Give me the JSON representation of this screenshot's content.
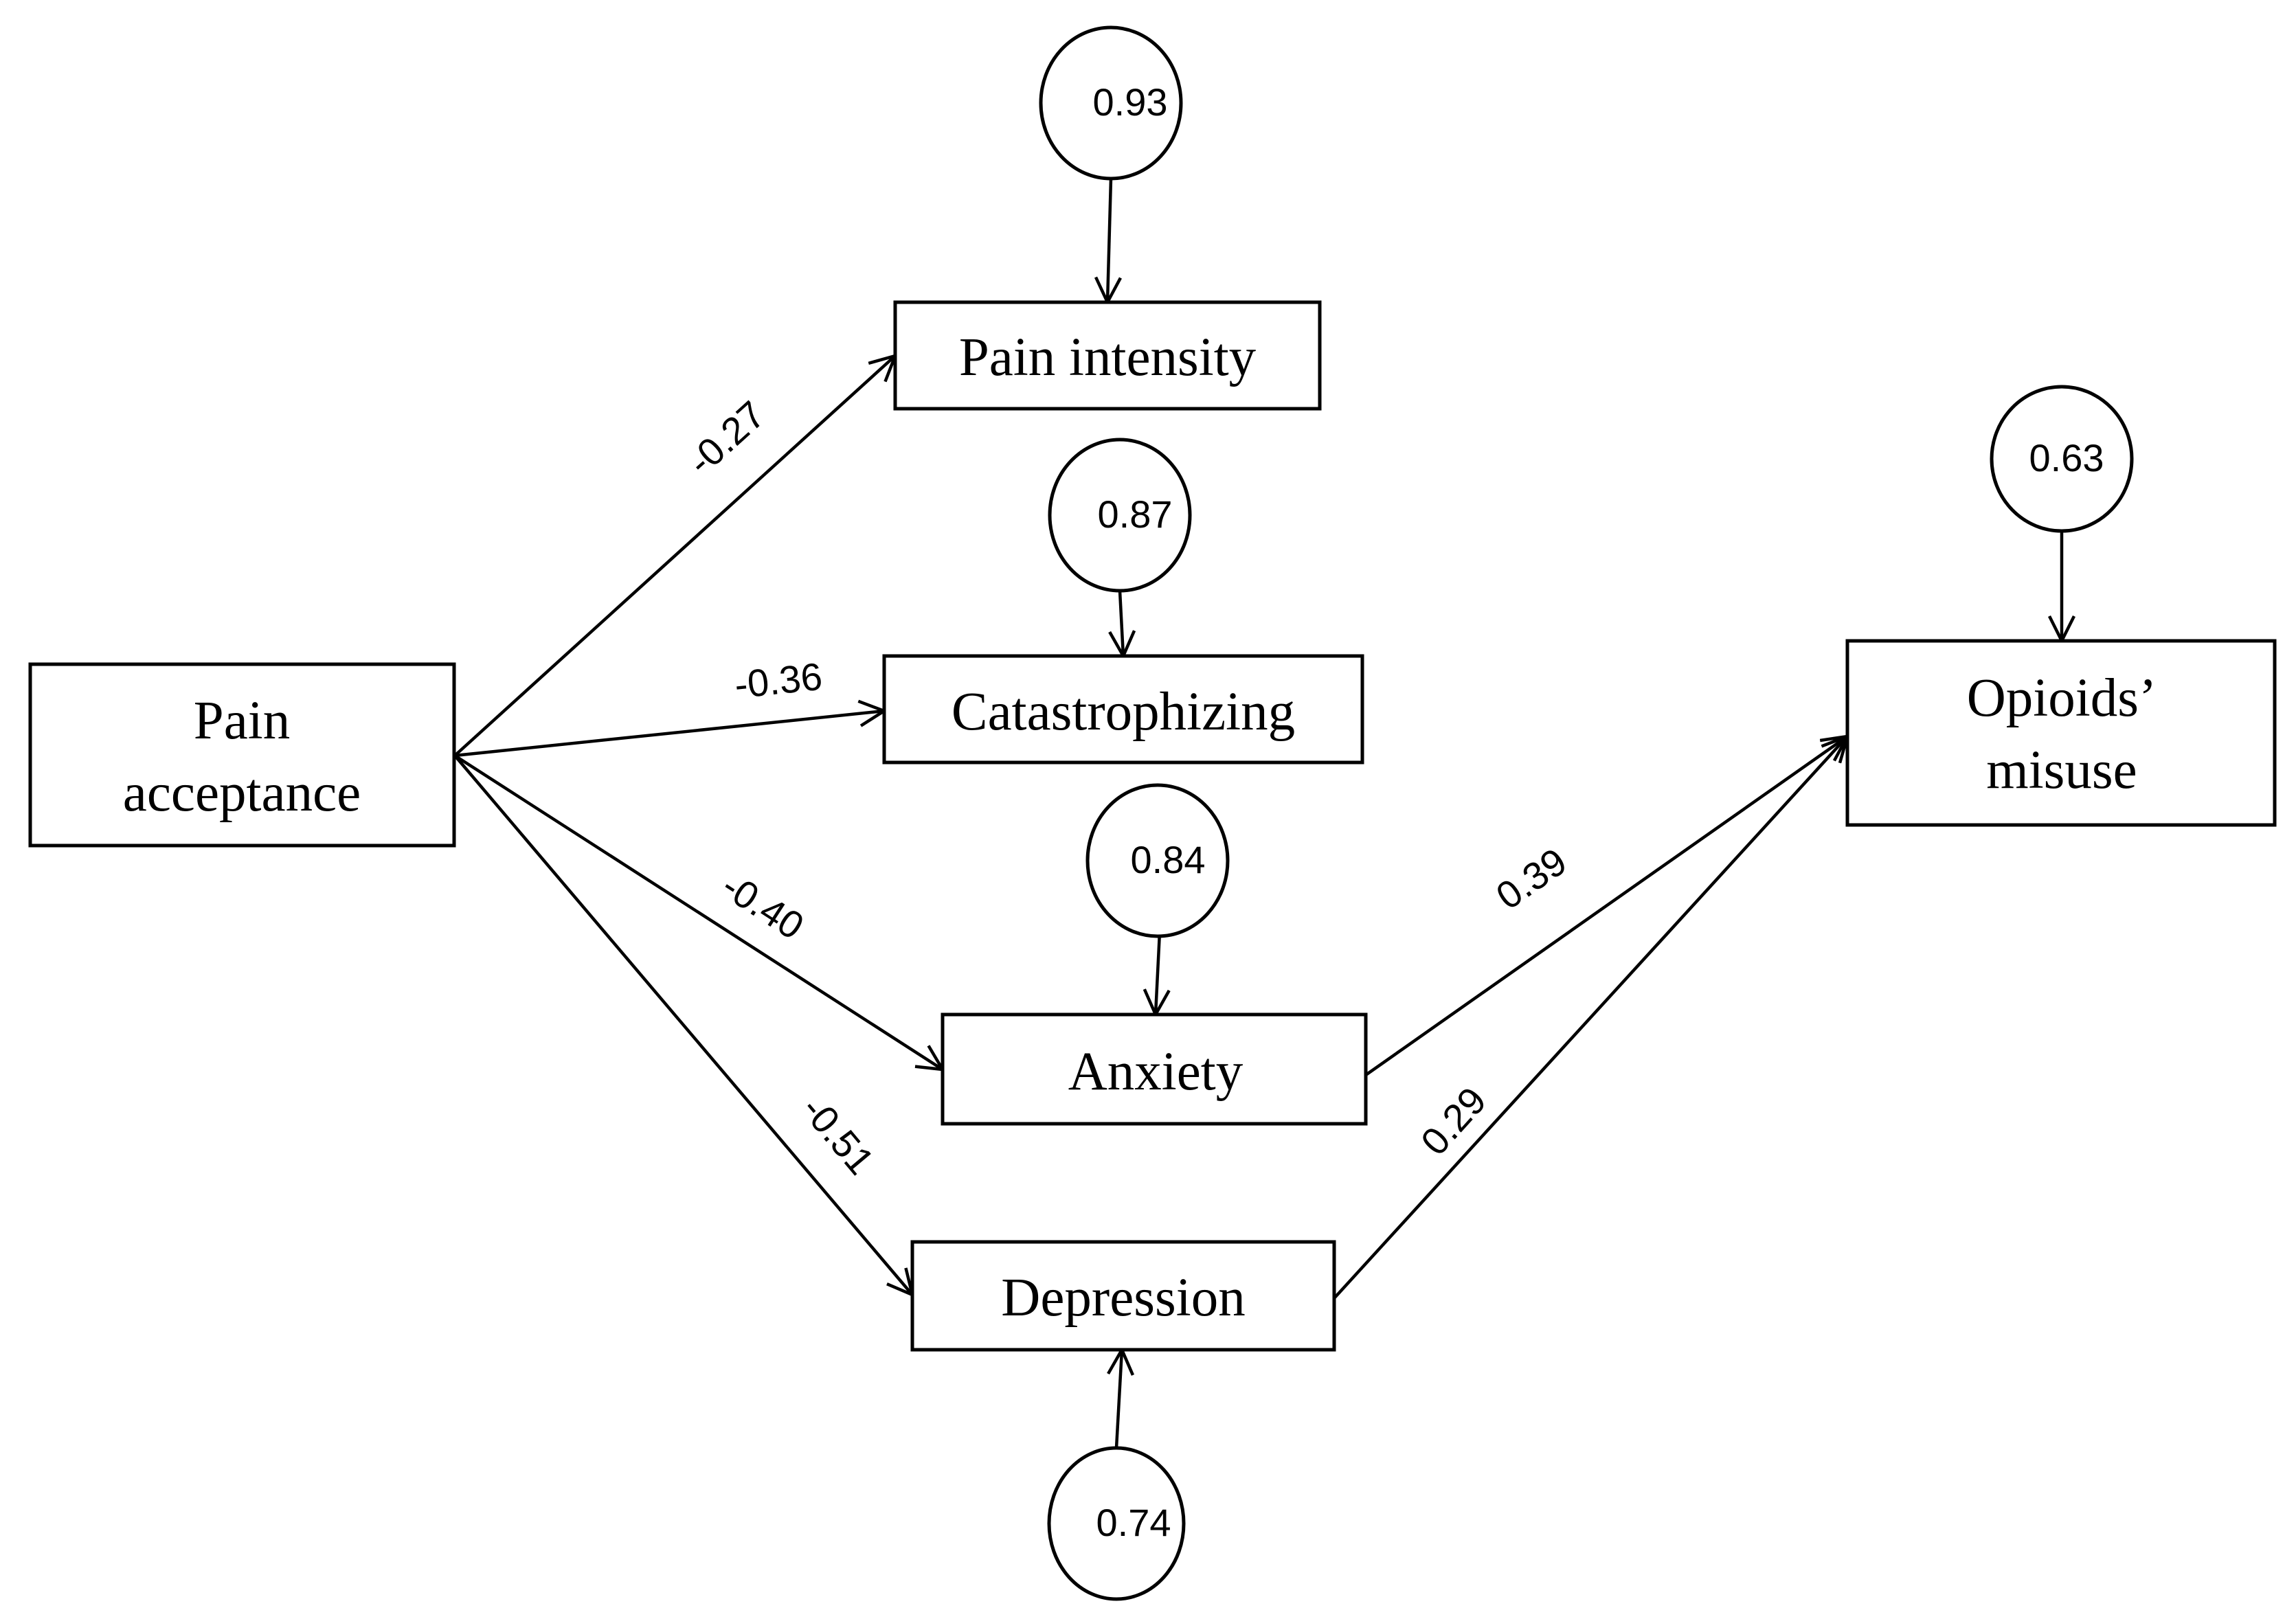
{
  "nodes": {
    "pain_acceptance": {
      "line1": "Pain",
      "line2": "acceptance"
    },
    "pain_intensity": {
      "label": "Pain intensity"
    },
    "catastrophizing": {
      "label": "Catastrophizing"
    },
    "anxiety": {
      "label": "Anxiety"
    },
    "depression": {
      "label": "Depression"
    },
    "opioids_misuse": {
      "line1": "Opioids’",
      "line2": "misuse"
    }
  },
  "error_terms": {
    "pain_intensity": "0.93",
    "catastrophizing": "0.87",
    "anxiety": "0.84",
    "depression": "0.74",
    "opioids_misuse": "0.63"
  },
  "paths": {
    "acceptance_to_intensity": "-0.27",
    "acceptance_to_catastrophizing": "-0.36",
    "acceptance_to_anxiety": "-0.40",
    "acceptance_to_depression": "-0.51",
    "anxiety_to_misuse": "0.39",
    "depression_to_misuse": "0.29"
  }
}
